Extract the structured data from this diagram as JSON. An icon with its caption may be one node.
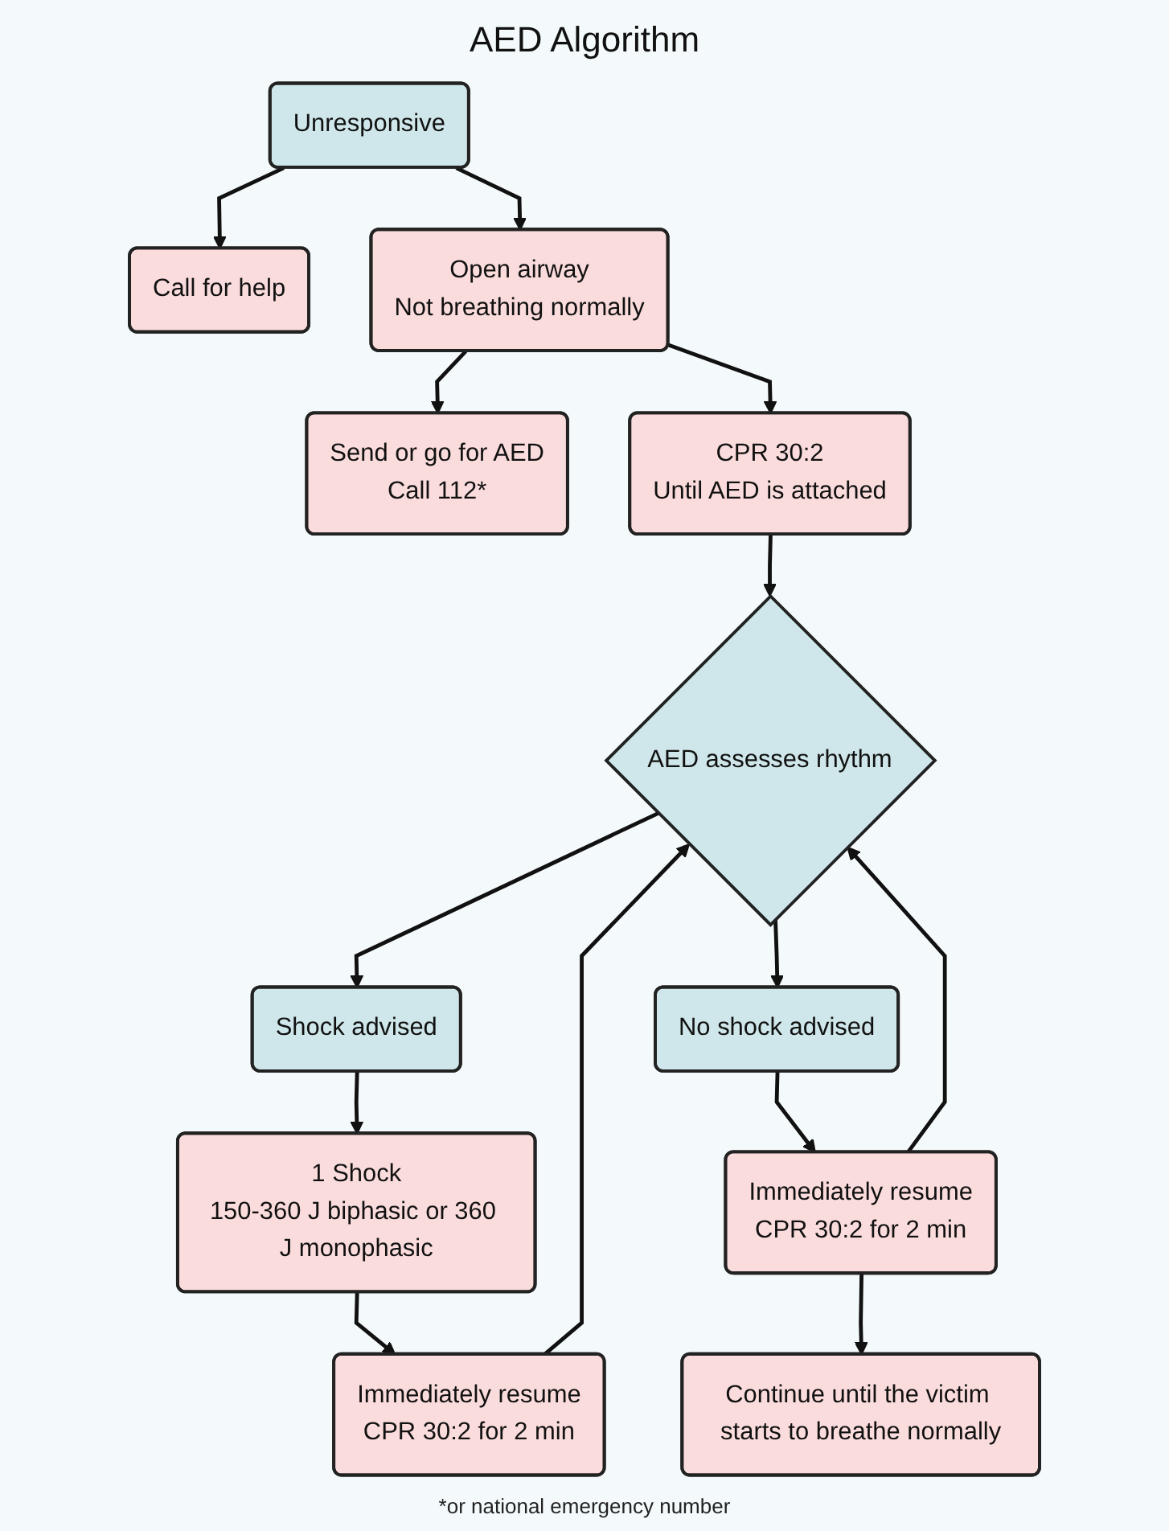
{
  "diagram": {
    "title": "AED Algorithm",
    "nodes": [
      {
        "text": [
          "Unresponsive"
        ]
      },
      {
        "text": [
          "Call for help"
        ]
      },
      {
        "text": [
          "Open airway",
          "Not breathing normally"
        ]
      },
      {
        "text": [
          "Send or go for AED",
          "Call 112*"
        ]
      },
      {
        "text": [
          "CPR 30:2",
          "Until AED is attached"
        ]
      },
      {
        "text": [
          "AED assesses rhythm"
        ]
      },
      {
        "text": [
          "Shock advised"
        ]
      },
      {
        "text": [
          "No shock advised"
        ]
      },
      {
        "text": [
          "1 Shock",
          "150-360 J biphasic or 360 J monophasic"
        ]
      },
      {
        "text": [
          "Immediately resume",
          "CPR 30:2 for 2 min"
        ]
      },
      {
        "text": [
          "Immediately resume",
          "CPR 30:2 for 2 min"
        ]
      },
      {
        "text": [
          "Continue until the victim starts to breathe normally"
        ]
      }
    ],
    "edges": [
      {
        "from": 0,
        "to": 2,
        "arrow": "to"
      },
      {
        "from": 0,
        "to": 1,
        "arrow": "to"
      },
      {
        "from": 2,
        "to": 4,
        "arrow": "to"
      },
      {
        "from": 2,
        "to": 3,
        "arrow": "to"
      },
      {
        "from": 4,
        "to": 5,
        "arrow": "to"
      },
      {
        "from": 5,
        "to": 6,
        "arrow": "to"
      },
      {
        "from": 5,
        "to": 7,
        "arrow": "to"
      },
      {
        "from": 6,
        "to": 8,
        "arrow": "to"
      },
      {
        "from": 8,
        "to": 9,
        "arrow": "to"
      },
      {
        "from": 9,
        "to": 5,
        "arrow": "to"
      },
      {
        "from": 7,
        "to": 10,
        "arrow": "to"
      },
      {
        "from": 10,
        "to": 5,
        "arrow": "to"
      },
      {
        "from": 10,
        "to": 11,
        "arrow": "to"
      }
    ],
    "labels": [
      "*or national emergency number"
    ]
  }
}
